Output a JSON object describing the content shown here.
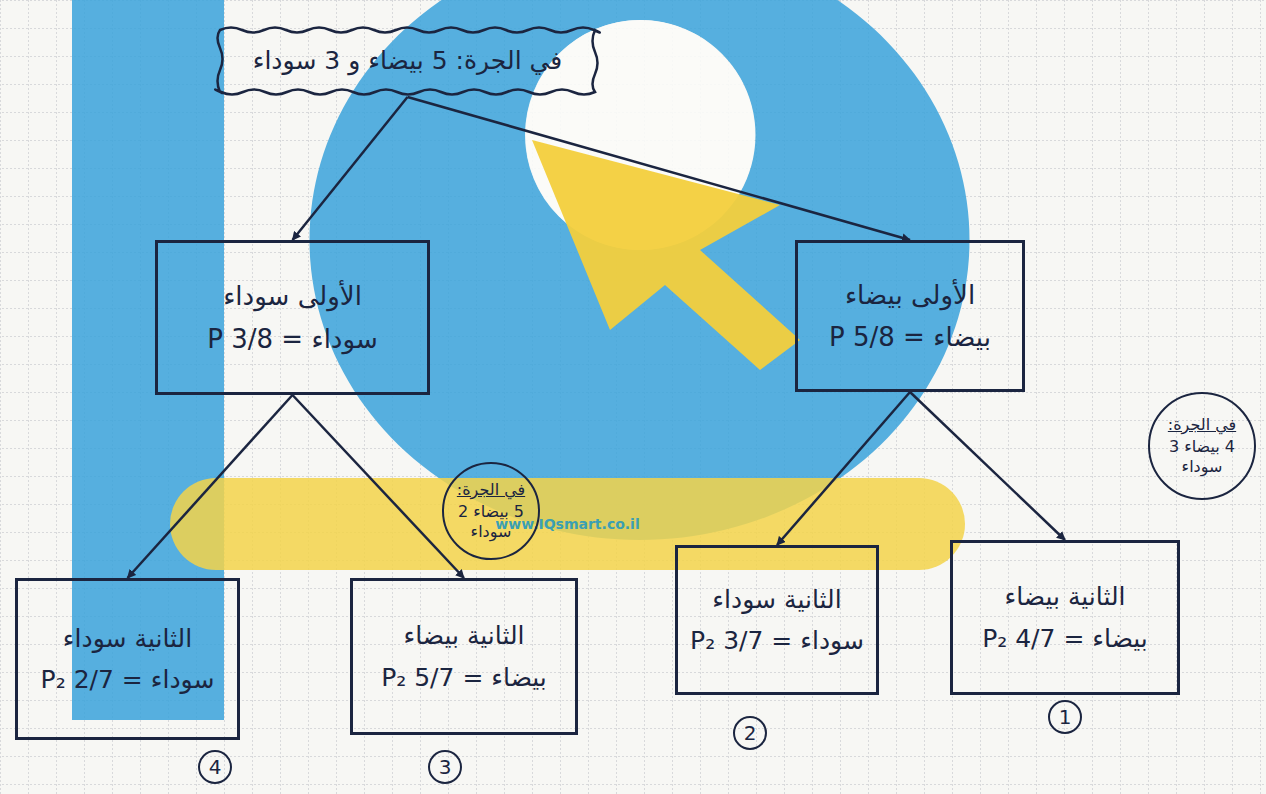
{
  "diagram": {
    "nodes": [
      {
        "text": [
          "في الجرة: 5 بيضاء و 3 سوداء"
        ]
      },
      {
        "text": [
          "الأولى سوداء",
          "P سوداء = 3/8"
        ]
      },
      {
        "text": [
          "الأولى بيضاء",
          "P بيضاء = 5/8"
        ]
      },
      {
        "text": [
          "في الجرة:",
          "5 بيضاء 2 سوداء"
        ]
      },
      {
        "text": [
          "في الجرة:",
          "4 بيضاء 3 سوداء"
        ]
      },
      {
        "text": [
          "الثانية سوداء",
          "P₂ سوداء = 2/7"
        ]
      },
      {
        "text": [
          "الثانية بيضاء",
          "P₂ بيضاء = 5/7"
        ]
      },
      {
        "text": [
          "الثانية سوداء",
          "P₂ سوداء = 3/7"
        ]
      },
      {
        "text": [
          "الثانية بيضاء",
          "P₂ بيضاء = 4/7"
        ]
      }
    ],
    "edges": [
      {
        "from": 0,
        "to": 1,
        "arrow": "to"
      },
      {
        "from": 0,
        "to": 2,
        "arrow": "to"
      },
      {
        "from": 1,
        "to": 5,
        "arrow": "to"
      },
      {
        "from": 1,
        "to": 6,
        "arrow": "to"
      },
      {
        "from": 2,
        "to": 7,
        "arrow": "to"
      },
      {
        "from": 2,
        "to": 8,
        "arrow": "to"
      }
    ],
    "labels": [
      "4",
      "3",
      "2",
      "1",
      "www.IQsmart.co.il"
    ]
  }
}
